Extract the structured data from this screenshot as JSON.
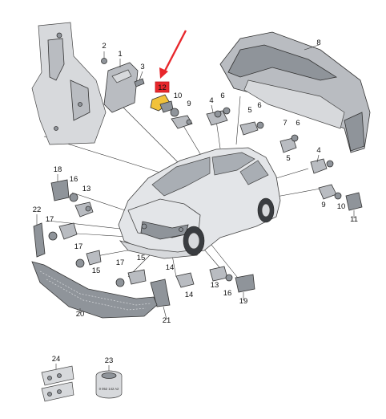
{
  "labels": [
    {
      "id": "1",
      "text": "1"
    },
    {
      "id": "2",
      "text": "2"
    },
    {
      "id": "3",
      "text": "3"
    },
    {
      "id": "4a",
      "text": "4"
    },
    {
      "id": "4b",
      "text": "4"
    },
    {
      "id": "5a",
      "text": "5"
    },
    {
      "id": "5b",
      "text": "5"
    },
    {
      "id": "6a",
      "text": "6"
    },
    {
      "id": "6b",
      "text": "6"
    },
    {
      "id": "6c",
      "text": "6"
    },
    {
      "id": "7",
      "text": "7"
    },
    {
      "id": "8",
      "text": "8"
    },
    {
      "id": "9a",
      "text": "9"
    },
    {
      "id": "9b",
      "text": "9"
    },
    {
      "id": "10a",
      "text": "10"
    },
    {
      "id": "10b",
      "text": "10"
    },
    {
      "id": "11",
      "text": "11"
    },
    {
      "id": "13a",
      "text": "13"
    },
    {
      "id": "13b",
      "text": "13"
    },
    {
      "id": "14a",
      "text": "14"
    },
    {
      "id": "14b",
      "text": "14"
    },
    {
      "id": "15a",
      "text": "15"
    },
    {
      "id": "15b",
      "text": "15"
    },
    {
      "id": "16a",
      "text": "16"
    },
    {
      "id": "16b",
      "text": "16"
    },
    {
      "id": "17a",
      "text": "17"
    },
    {
      "id": "17b",
      "text": "17"
    },
    {
      "id": "17c",
      "text": "17"
    },
    {
      "id": "18",
      "text": "18"
    },
    {
      "id": "19",
      "text": "19"
    },
    {
      "id": "20",
      "text": "20"
    },
    {
      "id": "21",
      "text": "21"
    },
    {
      "id": "22",
      "text": "22"
    },
    {
      "id": "23",
      "text": "23"
    },
    {
      "id": "24",
      "text": "24"
    }
  ],
  "highlight": {
    "text": "12",
    "color": "#e8272c"
  },
  "part_23_marking": "0 052 142 A2",
  "colors": {
    "accent": "#e8272c",
    "part": "#b9bcc1",
    "line": "#333333"
  }
}
